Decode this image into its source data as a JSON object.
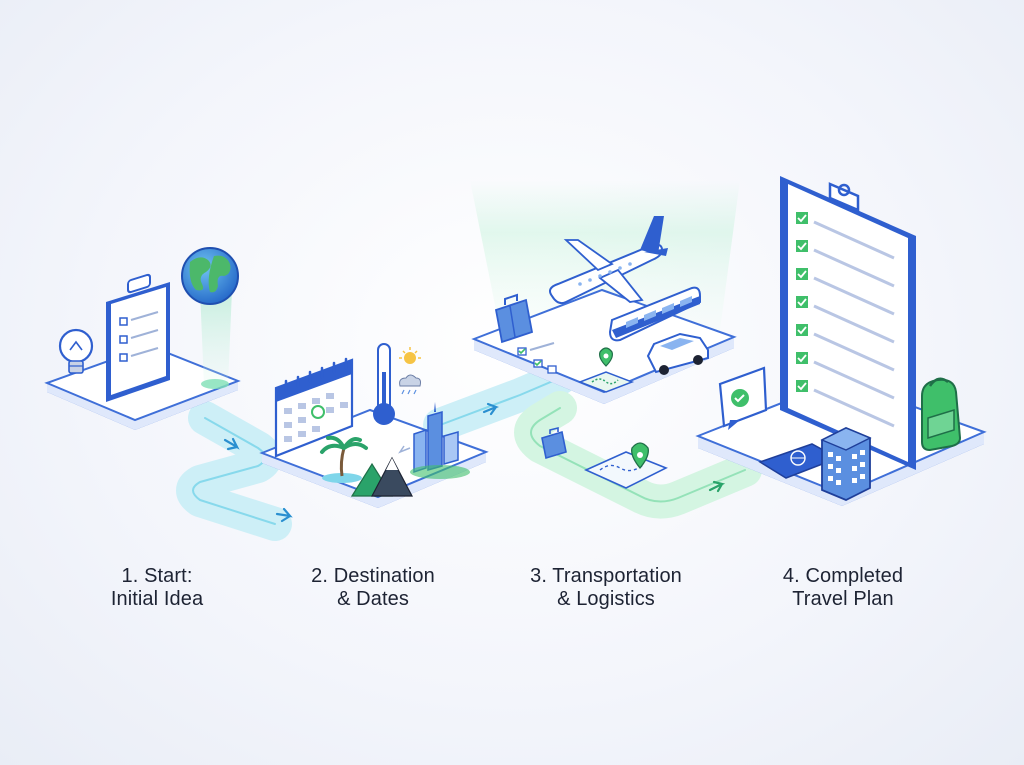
{
  "steps": [
    {
      "number": "1.",
      "line1": "Start:",
      "line2": "Initial Idea"
    },
    {
      "number": "2.",
      "line1": "Destination",
      "line2": "& Dates"
    },
    {
      "number": "3.",
      "line1": "Transportation",
      "line2": "& Logistics"
    },
    {
      "number": "4.",
      "line1": "Completed",
      "line2": "Travel Plan"
    }
  ],
  "colors": {
    "platform_top": "#ffffff",
    "platform_edge": "#3f6fd8",
    "path_blue": "#7fd6ea",
    "path_green": "#8de0b4",
    "accent_green": "#3fbf6a",
    "accent_blue": "#2f5fcf",
    "label_text": "#1d2333"
  },
  "icons": [
    "lightbulb-icon",
    "clipboard-icon",
    "globe-icon",
    "calendar-icon",
    "thermometer-icon",
    "sun-cloud-icon",
    "palm-tree-icon",
    "mountains-icon",
    "city-icon",
    "luggage-icon",
    "airplane-icon",
    "train-icon",
    "car-icon",
    "map-pin-icon",
    "map-icon",
    "checklist-icon",
    "message-check-icon",
    "passport-icon",
    "hotel-icon",
    "backpack-icon"
  ]
}
